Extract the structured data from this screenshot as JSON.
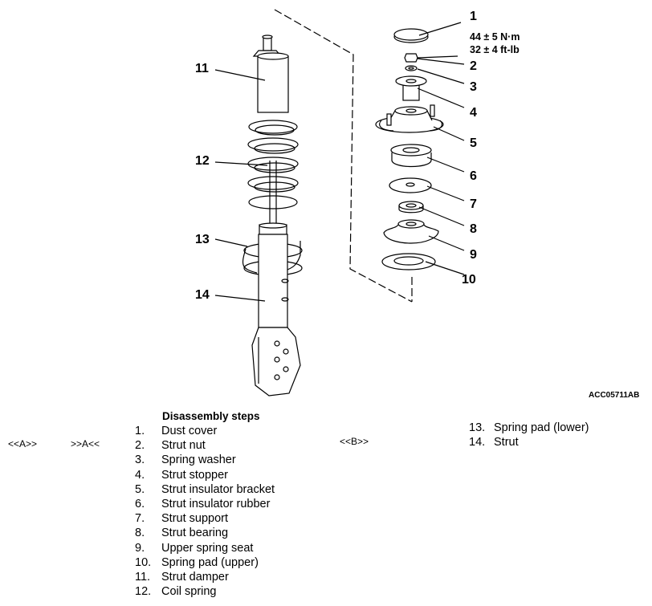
{
  "diagram": {
    "callouts": [
      "1",
      "2",
      "3",
      "4",
      "5",
      "6",
      "7",
      "8",
      "9",
      "10",
      "11",
      "12",
      "13",
      "14"
    ],
    "torque_nm": "44 ± 5 N·m",
    "torque_ftlb": "32 ± 4 ft-lb",
    "reference_code": "ACC05711AB"
  },
  "legend": {
    "heading": "Disassembly steps",
    "tag_a_left": "<<A>>",
    "tag_a_right": ">>A<<",
    "tag_b": "<<B>>",
    "steps_left": [
      {
        "num": "1.",
        "label": "Dust cover"
      },
      {
        "num": "2.",
        "label": "Strut nut"
      },
      {
        "num": "3.",
        "label": "Spring washer"
      },
      {
        "num": "4.",
        "label": "Strut stopper"
      },
      {
        "num": "5.",
        "label": "Strut insulator bracket"
      },
      {
        "num": "6.",
        "label": "Strut insulator rubber"
      },
      {
        "num": "7.",
        "label": "Strut support"
      },
      {
        "num": "8.",
        "label": "Strut bearing"
      },
      {
        "num": "9.",
        "label": "Upper spring seat"
      },
      {
        "num": "10.",
        "label": "Spring pad (upper)"
      },
      {
        "num": "11.",
        "label": "Strut damper"
      },
      {
        "num": "12.",
        "label": "Coil spring"
      }
    ],
    "steps_right": [
      {
        "num": "13.",
        "label": "Spring pad (lower)"
      },
      {
        "num": "14.",
        "label": "Strut"
      }
    ]
  }
}
